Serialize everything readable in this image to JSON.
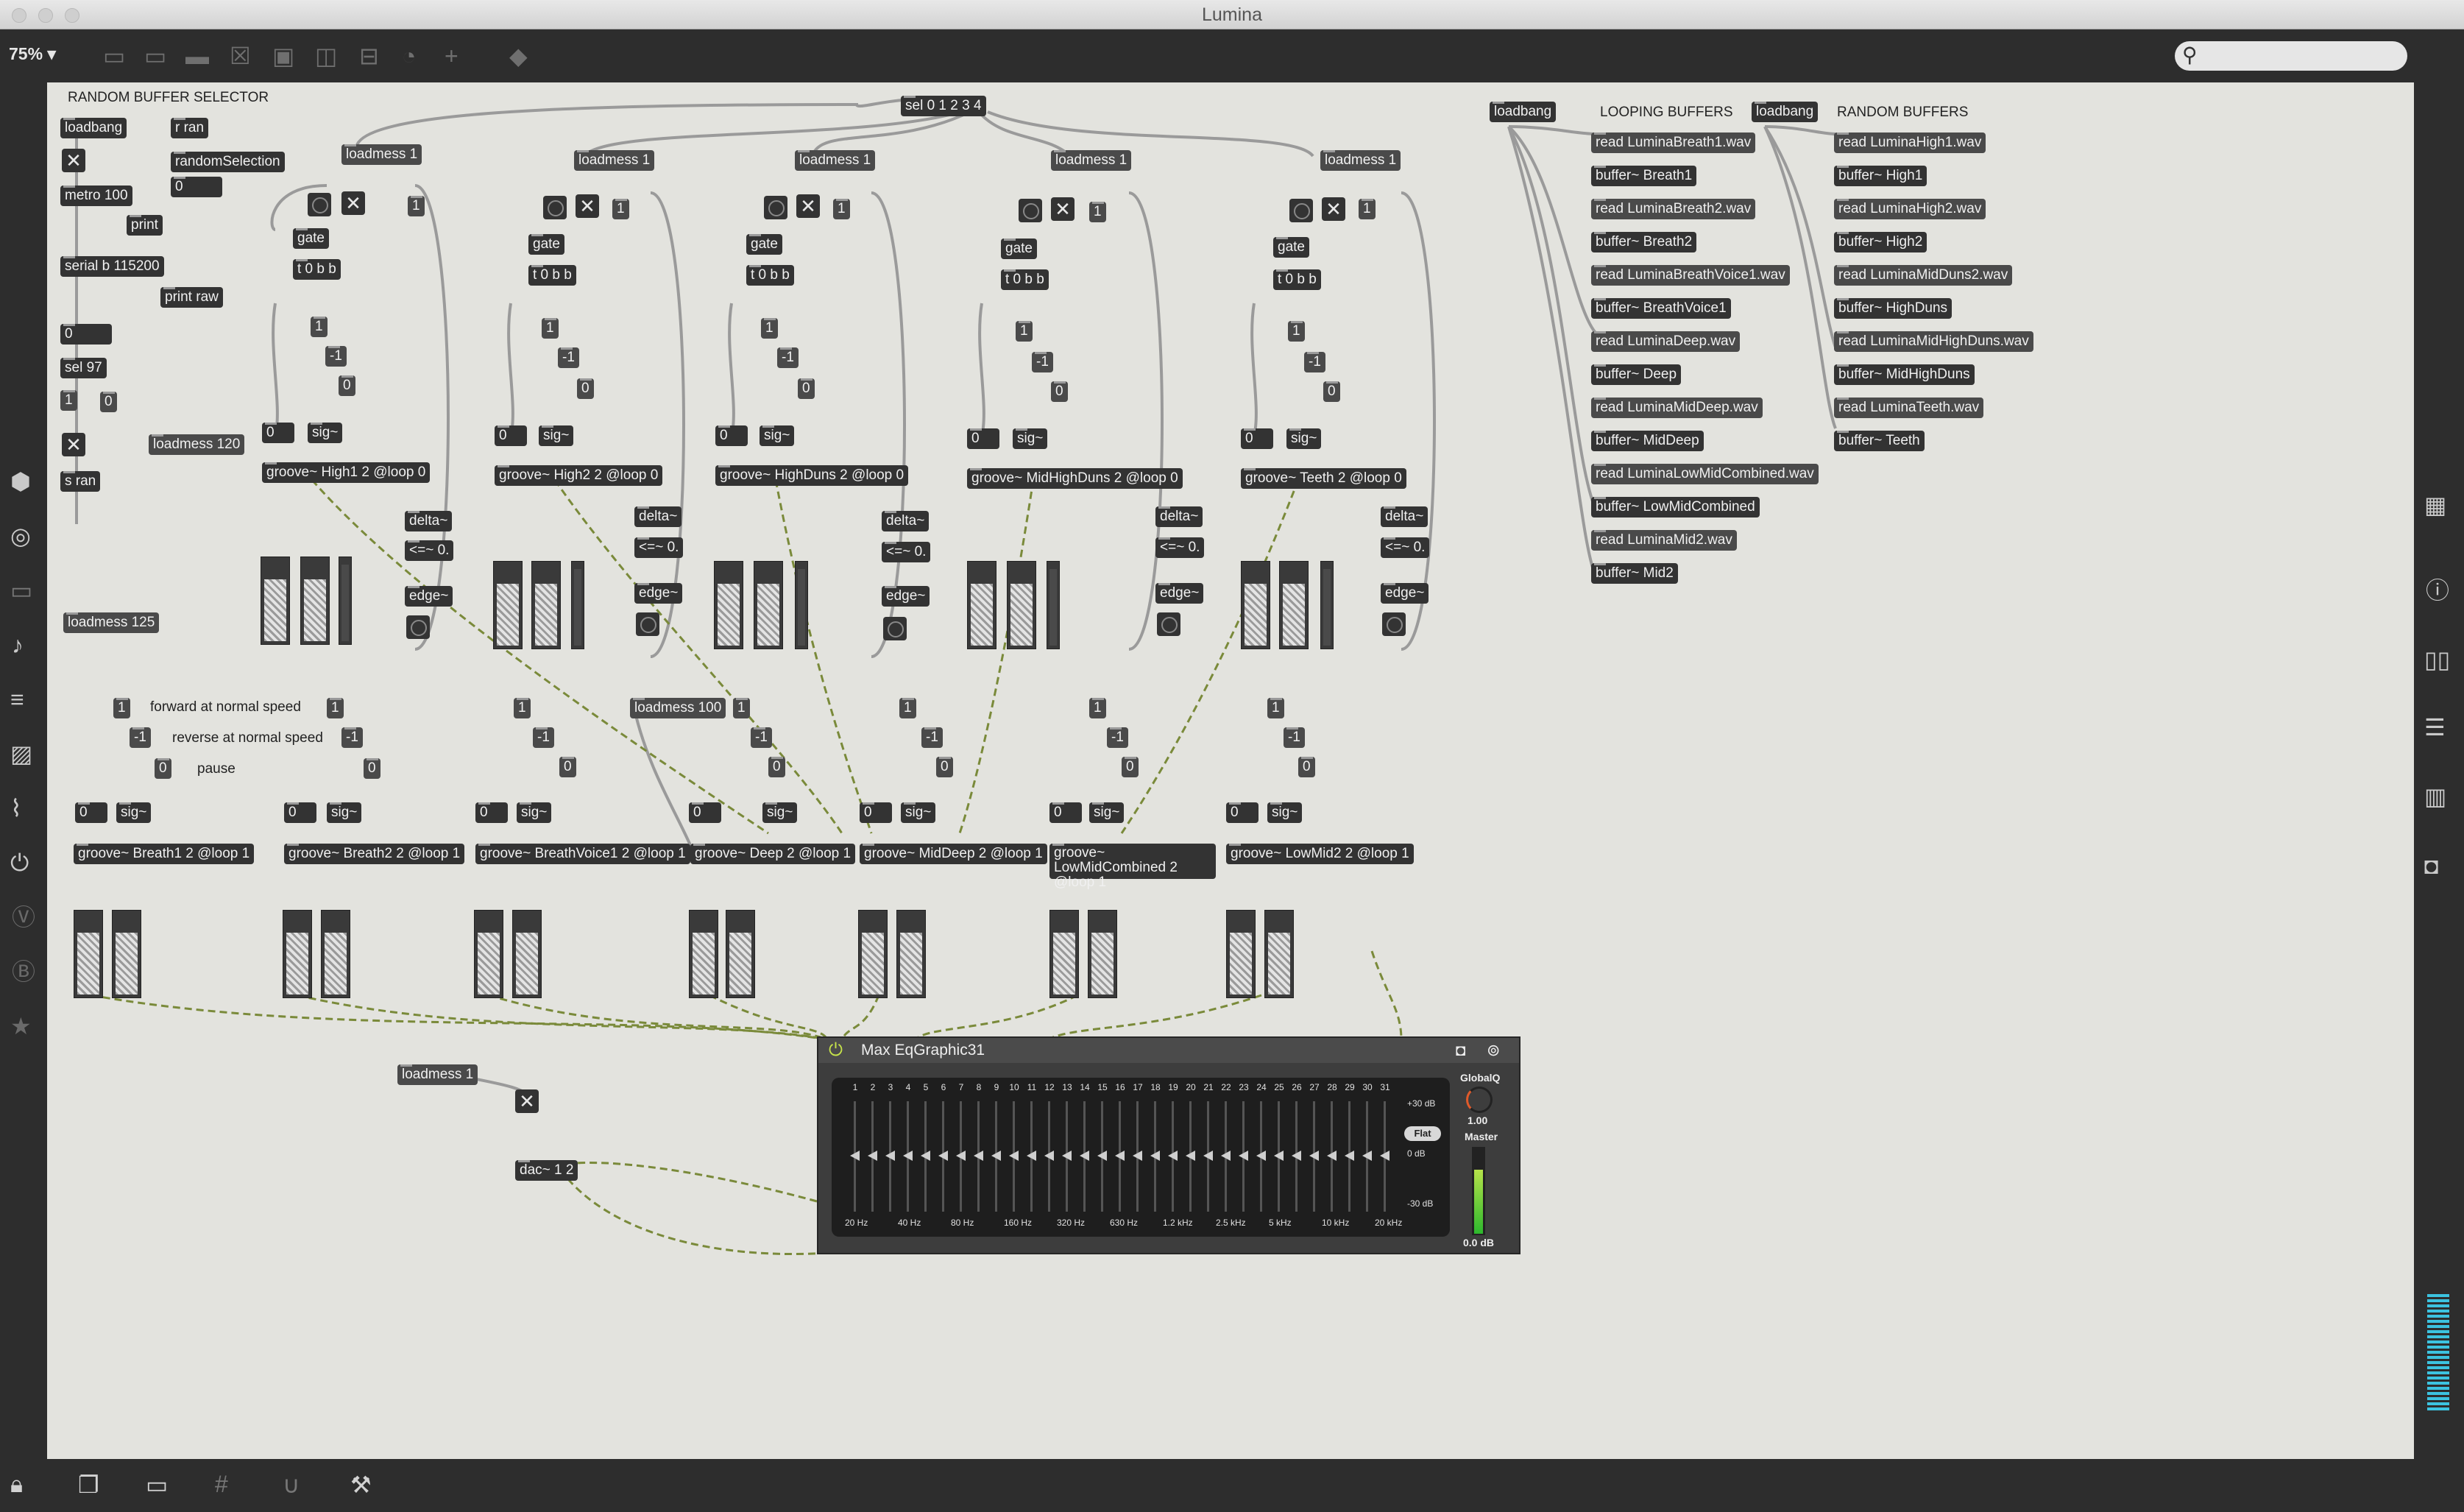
{
  "window": {
    "title": "Lumina",
    "zoom": "75%"
  },
  "icons": {
    "toolbar": [
      "presentation-icon",
      "comment-icon",
      "message-icon",
      "toggle-icon",
      "number-icon",
      "patcher-icon",
      "grid-icon",
      "dial-icon",
      "add-icon",
      "paint-icon"
    ],
    "left": [
      "package-icon",
      "target-icon",
      "keyboard-icon",
      "music-note-icon",
      "playlist-icon",
      "image-icon",
      "paperclip-icon",
      "plug-icon",
      "v-icon",
      "b-icon",
      "star-icon"
    ],
    "right": [
      "grid-icon",
      "info-icon",
      "book-icon",
      "list-icon",
      "columns-icon",
      "camera-icon"
    ],
    "bottom": [
      "lock-icon",
      "windows-icon",
      "presentation-icon",
      "grid-icon",
      "magnet-icon",
      "wrench-icon"
    ]
  },
  "comments": {
    "random_buffer_selector": "RANDOM BUFFER SELECTOR",
    "looping_buffers": "LOOPING BUFFERS",
    "random_buffers": "RANDOM BUFFERS",
    "forward": "forward at normal speed",
    "reverse": "reverse at normal speed",
    "pause": "pause"
  },
  "selector": {
    "loadbang": "loadbang",
    "metro": "metro 100",
    "print": "print",
    "serial": "serial b 115200",
    "print_raw": "print raw",
    "num0": "0",
    "sel97": "sel 97",
    "one": "1",
    "zero": "0",
    "s_ran": "s ran",
    "r_ran": "r ran",
    "random_selection": "randomSelection",
    "rs_num": "0",
    "loadmess120": "loadmess 120",
    "loadmess125": "loadmess 125",
    "sel_main": "sel 0 1 2 3 4"
  },
  "voices": [
    {
      "loadmess": "loadmess 1",
      "gate": "gate",
      "t": "t 0 b b",
      "one": "1",
      "neg": "-1",
      "zero": "0",
      "num": "0",
      "sig": "sig~",
      "groove": "groove~ High1 2 @loop 0",
      "delta": "delta~",
      "cmp": "<=~ 0.",
      "edge": "edge~"
    },
    {
      "loadmess": "loadmess 1",
      "gate": "gate",
      "t": "t 0 b b",
      "one": "1",
      "neg": "-1",
      "zero": "0",
      "num": "0",
      "sig": "sig~",
      "groove": "groove~ High2 2 @loop 0",
      "delta": "delta~",
      "cmp": "<=~ 0.",
      "edge": "edge~"
    },
    {
      "loadmess": "loadmess 1",
      "gate": "gate",
      "t": "t 0 b b",
      "one": "1",
      "neg": "-1",
      "zero": "0",
      "num": "0",
      "sig": "sig~",
      "groove": "groove~ HighDuns 2 @loop 0",
      "delta": "delta~",
      "cmp": "<=~ 0.",
      "edge": "edge~"
    },
    {
      "loadmess": "loadmess 1",
      "gate": "gate",
      "t": "t 0 b b",
      "one": "1",
      "neg": "-1",
      "zero": "0",
      "num": "0",
      "sig": "sig~",
      "groove": "groove~ MidHighDuns 2 @loop 0",
      "delta": "delta~",
      "cmp": "<=~ 0.",
      "edge": "edge~"
    },
    {
      "loadmess": "loadmess 1",
      "gate": "gate",
      "t": "t 0 b b",
      "one": "1",
      "neg": "-1",
      "zero": "0",
      "num": "0",
      "sig": "sig~",
      "groove": "groove~ Teeth 2 @loop 0",
      "delta": "delta~",
      "cmp": "<=~ 0.",
      "edge": "edge~"
    }
  ],
  "loops": [
    {
      "one": "1",
      "neg": "-1",
      "zero": "0",
      "num": "0",
      "sig": "sig~",
      "groove": "groove~ Breath1 2 @loop 1"
    },
    {
      "one": "1",
      "neg": "-1",
      "zero": "0",
      "num": "0",
      "sig": "sig~",
      "groove": "groove~ Breath2 2 @loop 1"
    },
    {
      "one": "1",
      "neg": "-1",
      "zero": "0",
      "num": "0",
      "sig": "sig~",
      "groove": "groove~ BreathVoice1 2 @loop 1"
    },
    {
      "one": "1",
      "neg": "-1",
      "zero": "0",
      "num": "0",
      "sig": "sig~",
      "groove": "groove~ Deep 2 @loop 1"
    },
    {
      "one": "1",
      "neg": "-1",
      "zero": "0",
      "num": "0",
      "sig": "sig~",
      "groove": "groove~ MidDeep 2 @loop 1"
    },
    {
      "one": "1",
      "neg": "-1",
      "zero": "0",
      "num": "0",
      "sig": "sig~",
      "groove": "groove~ LowMidCombined 2 @loop 1"
    },
    {
      "one": "1",
      "neg": "-1",
      "zero": "0",
      "num": "0",
      "sig": "sig~",
      "groove": "groove~ LowMid2 2 @loop 1"
    }
  ],
  "loadmess100": "loadmess 100",
  "output": {
    "loadmess": "loadmess 1",
    "dac": "dac~ 1 2"
  },
  "looping_buffers": {
    "loadbang": "loadbang",
    "items": [
      "read LuminaBreath1.wav",
      "buffer~ Breath1",
      "read LuminaBreath2.wav",
      "buffer~ Breath2",
      "read LuminaBreathVoice1.wav",
      "buffer~ BreathVoice1",
      "read LuminaDeep.wav",
      "buffer~ Deep",
      "read LuminaMidDeep.wav",
      "buffer~ MidDeep",
      "read LuminaLowMidCombined.wav",
      "buffer~ LowMidCombined",
      "read LuminaMid2.wav",
      "buffer~ Mid2"
    ]
  },
  "random_buffers": {
    "loadbang": "loadbang",
    "items": [
      "read LuminaHigh1.wav",
      "buffer~ High1",
      "read LuminaHigh2.wav",
      "buffer~ High2",
      "read LuminaMidDuns2.wav",
      "buffer~ HighDuns",
      "read LuminaMidHighDuns.wav",
      "buffer~ MidHighDuns",
      "read LuminaTeeth.wav",
      "buffer~ Teeth"
    ]
  },
  "eq": {
    "title": "Max EqGraphic31",
    "bands": [
      "1",
      "2",
      "3",
      "4",
      "5",
      "6",
      "7",
      "8",
      "9",
      "10",
      "11",
      "12",
      "13",
      "14",
      "15",
      "16",
      "17",
      "18",
      "19",
      "20",
      "21",
      "22",
      "23",
      "24",
      "25",
      "26",
      "27",
      "28",
      "29",
      "30",
      "31"
    ],
    "freqs": [
      "20 Hz",
      "40 Hz",
      "80 Hz",
      "160 Hz",
      "320 Hz",
      "630 Hz",
      "1.2 kHz",
      "2.5 kHz",
      "5 kHz",
      "10 kHz",
      "20 kHz"
    ],
    "db_top": "+30 dB",
    "db_mid": "0 dB",
    "db_bot": "-30 dB",
    "flat": "Flat",
    "globalq_label": "GlobalQ",
    "globalq_value": "1.00",
    "master_label": "Master",
    "master_value": "0.0 dB",
    "master_level": 0.75
  }
}
